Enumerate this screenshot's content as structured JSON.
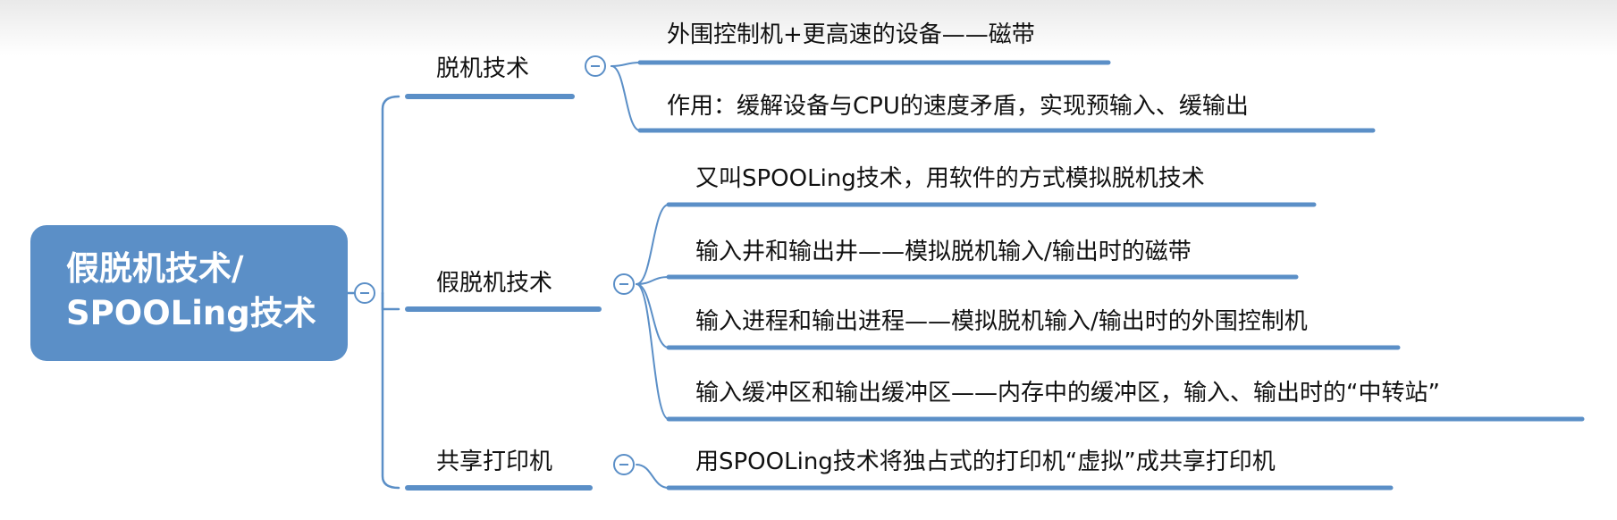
{
  "root": {
    "line1": "假脱机技术/",
    "line2": "SPOOLing技术"
  },
  "branches": [
    {
      "label": "脱机技术",
      "children": [
        "外围控制机+更高速的设备——磁带",
        "作用：缓解设备与CPU的速度矛盾，实现预输入、缓输出"
      ]
    },
    {
      "label": "假脱机技术",
      "children": [
        "又叫SPOOLing技术，用软件的方式模拟脱机技术",
        "输入井和输出井——模拟脱机输入/输出时的磁带",
        "输入进程和输出进程——模拟脱机输入/输出时的外围控制机",
        "输入缓冲区和输出缓冲区——内存中的缓冲区，输入、输出时的“中转站”"
      ]
    },
    {
      "label": "共享打印机",
      "children": [
        "用SPOOLing技术将独占式的打印机“虚拟”成共享打印机"
      ]
    }
  ],
  "colors": {
    "accent": "#5b8fc7",
    "line": "#5b8fc7",
    "text": "#111111"
  },
  "toggle_icon": "collapse-minus-icon"
}
